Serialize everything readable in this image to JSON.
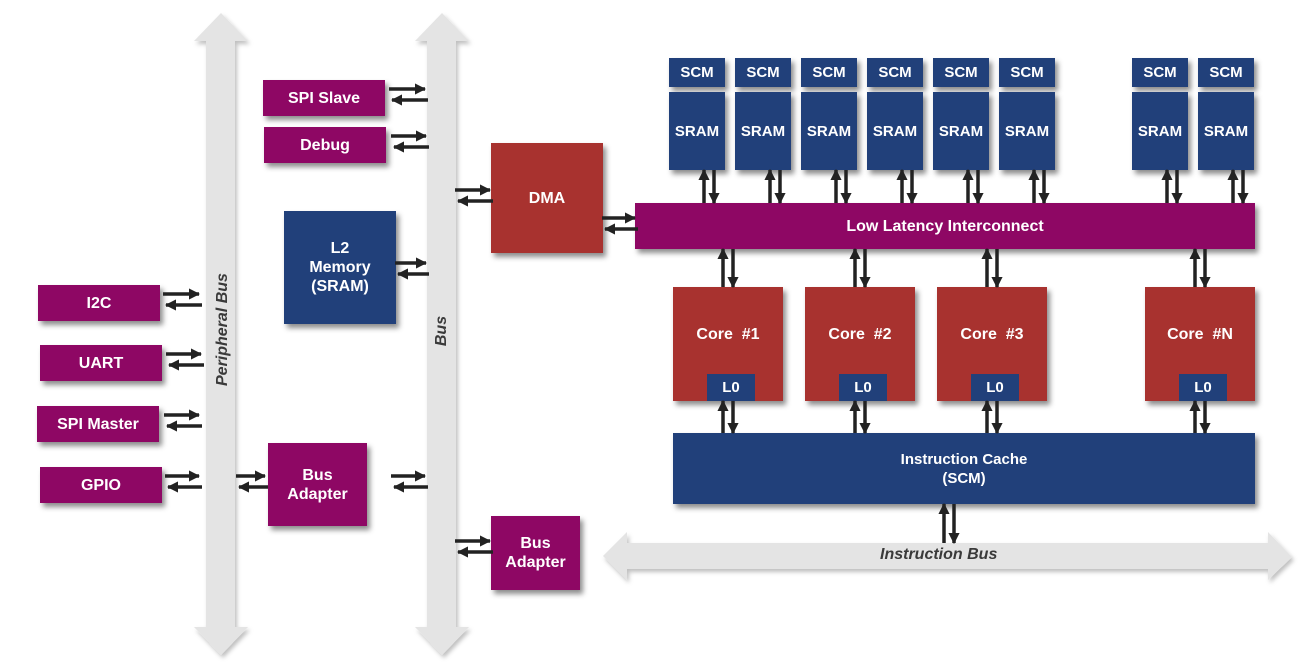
{
  "buses": {
    "peripheral_bus": "Peripheral Bus",
    "bus": "Bus",
    "instruction_bus": "Instruction Bus"
  },
  "peripherals": {
    "i2c": "I2C",
    "uart": "UART",
    "spi_master": "SPI Master",
    "gpio": "GPIO"
  },
  "bus_blocks": {
    "spi_slave": "SPI Slave",
    "debug": "Debug",
    "l2_memory": [
      "L2",
      "Memory",
      "(SRAM)"
    ],
    "bus_adapter_1": [
      "Bus",
      "Adapter"
    ],
    "bus_adapter_2": [
      "Bus",
      "Adapter"
    ],
    "dma": "DMA"
  },
  "memory_banks": [
    {
      "scm": "SCM",
      "sram": "SRAM"
    },
    {
      "scm": "SCM",
      "sram": "SRAM"
    },
    {
      "scm": "SCM",
      "sram": "SRAM"
    },
    {
      "scm": "SCM",
      "sram": "SRAM"
    },
    {
      "scm": "SCM",
      "sram": "SRAM"
    },
    {
      "scm": "SCM",
      "sram": "SRAM"
    },
    {
      "scm": "SCM",
      "sram": "SRAM"
    },
    {
      "scm": "SCM",
      "sram": "SRAM"
    }
  ],
  "interconnect": "Low Latency Interconnect",
  "cores": [
    {
      "label": "Core  #1",
      "cache": "L0"
    },
    {
      "label": "Core  #2",
      "cache": "L0"
    },
    {
      "label": "Core  #3",
      "cache": "L0"
    },
    {
      "label": "Core  #N",
      "cache": "L0"
    }
  ],
  "instruction_cache": [
    "Instruction Cache",
    "(SCM)"
  ],
  "colors": {
    "peripheral": "#8E0764",
    "compute": "#A8322F",
    "memory": "#21407A",
    "bus": "#E4E4E4",
    "arrow": "#222222"
  }
}
